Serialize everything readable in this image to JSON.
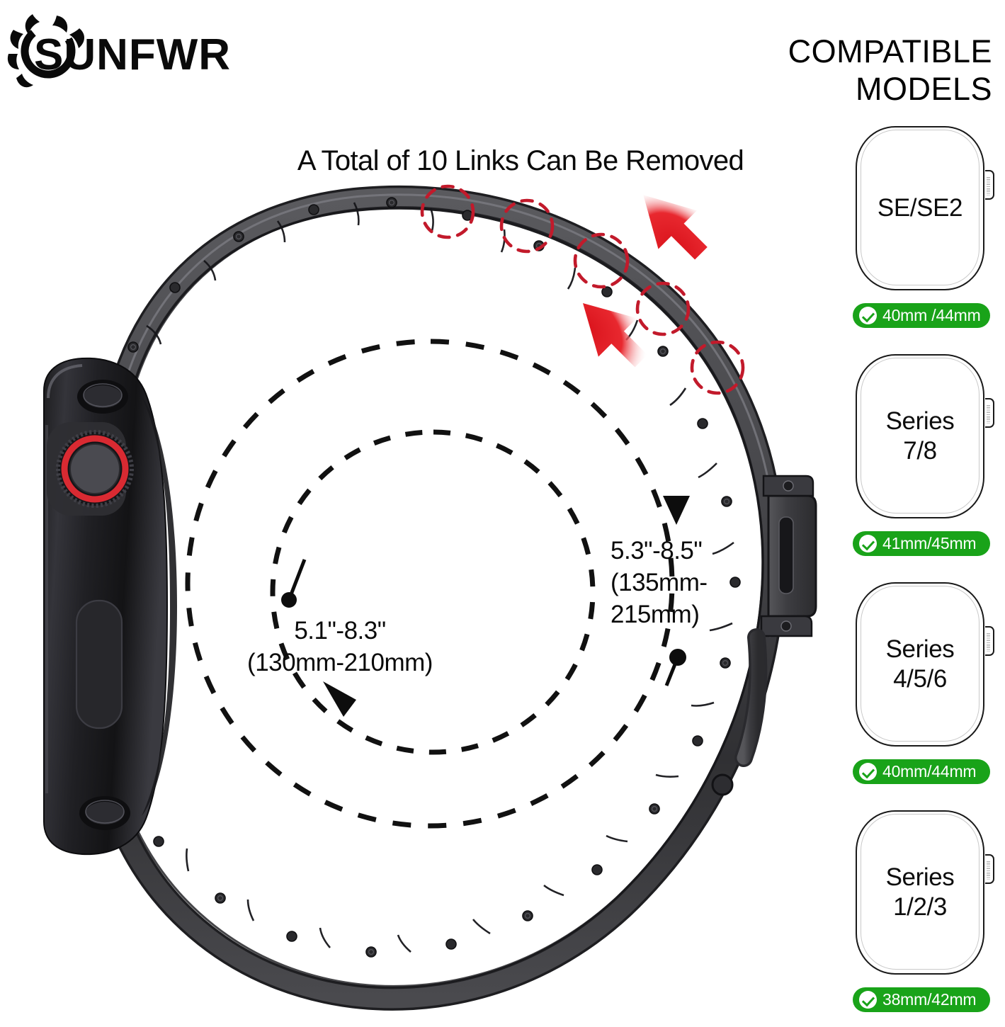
{
  "brand": {
    "wordmark": "SUNFWR",
    "logo_icon": "sunburst-icon"
  },
  "header": {
    "compatible_line1": "COMPATIBLE",
    "compatible_line2": "MODELS"
  },
  "headline": "A Total of 10 Links Can Be Removed",
  "illustration": {
    "product": "stainless-steel-link-watch-band",
    "watch_body": "apple-watch-side-view",
    "removable_link_markers": 5,
    "attention_arrows": 2,
    "accent_red": "#e01b22",
    "band_color": "#3d3d40",
    "marker_color": "#c21a2b"
  },
  "measurements": {
    "inner": {
      "inches": "5.1\"-8.3\"",
      "millimeters": "(130mm-210mm)"
    },
    "outer": {
      "inches": "5.3\"-8.5\"",
      "mm_line1": "(135mm-",
      "mm_line2": "215mm)"
    }
  },
  "models": [
    {
      "name_line1": "SE/SE2",
      "name_line2": "",
      "size": "40mm /44mm",
      "check_color": "#19a319"
    },
    {
      "name_line1": "Series",
      "name_line2": "7/8",
      "size": "41mm/45mm",
      "check_color": "#19a319"
    },
    {
      "name_line1": "Series",
      "name_line2": "4/5/6",
      "size": "40mm/44mm",
      "check_color": "#19a319"
    },
    {
      "name_line1": "Series",
      "name_line2": "1/2/3",
      "size": "38mm/42mm",
      "check_color": "#19a319"
    }
  ]
}
